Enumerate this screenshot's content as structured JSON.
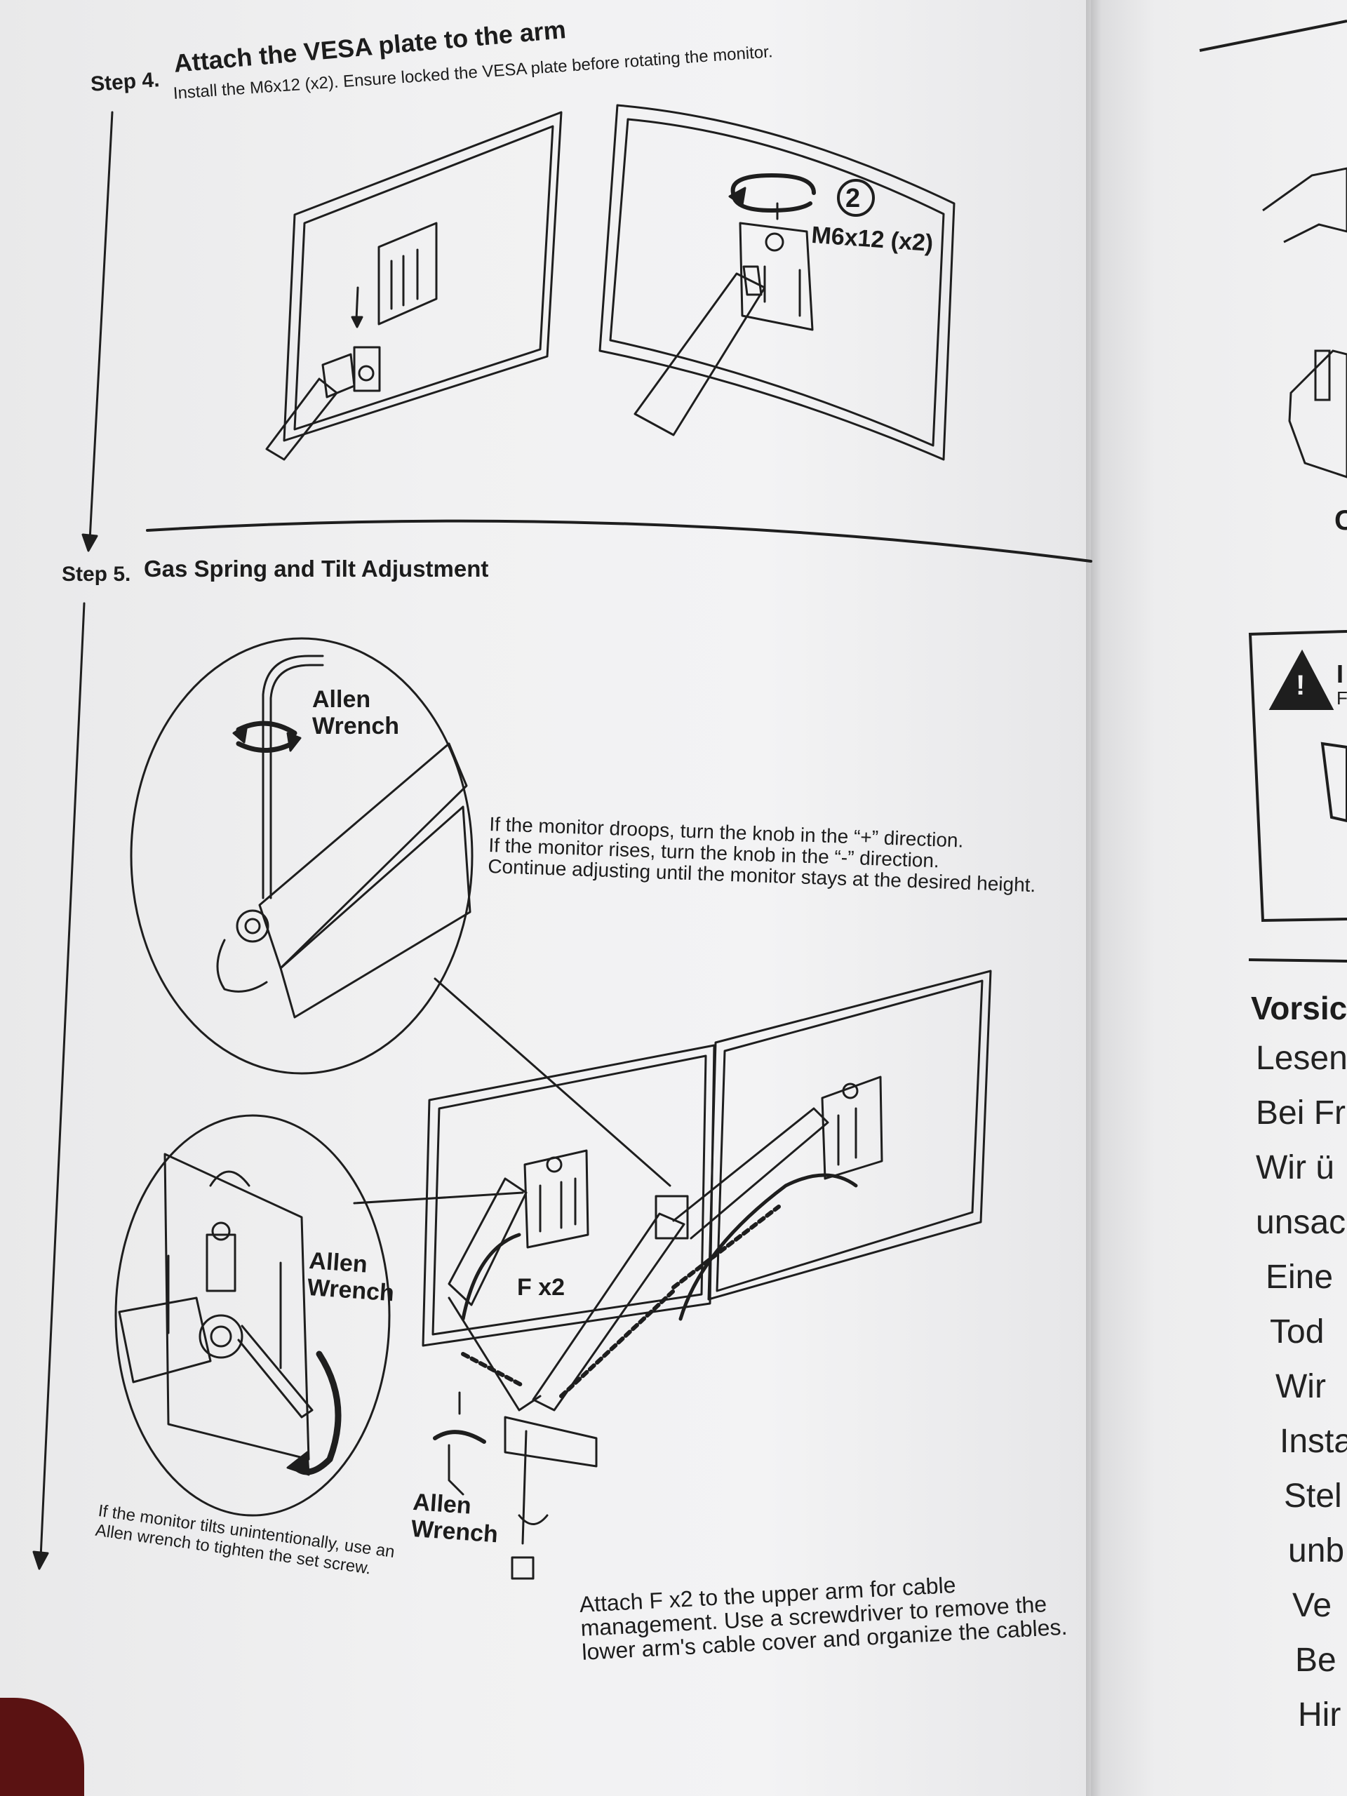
{
  "step4": {
    "label": "Step 4.",
    "title": "Attach the VESA plate to the arm",
    "subtitle": "Install the M6x12 (x2). Ensure locked the VESA plate before rotating the monitor.",
    "callout_number": "2",
    "callout_screw": "M6x12 (x2)"
  },
  "step5": {
    "label": "Step 5.",
    "title": "Gas Spring and Tilt Adjustment",
    "instructions": [
      "If the monitor droops, turn the knob in the “+” direction.",
      "If the monitor rises, turn the knob in the “-” direction.",
      "Continue adjusting until the monitor stays at the desired height."
    ],
    "allen_wrench_top": [
      "Allen",
      "Wrench"
    ],
    "allen_wrench_mid": [
      "Allen",
      "Wrench"
    ],
    "allen_wrench_bottom": [
      "Allen",
      "Wrench"
    ],
    "f_x2": "F x2",
    "tilt_note": [
      "If the monitor tilts unintentionally, use an",
      "Allen wrench to tighten the set screw."
    ],
    "cable_note": [
      "Attach F x2 to the upper arm for cable",
      "management. Use a screwdriver to remove the",
      "lower arm's cable cover and organize the cables."
    ]
  },
  "right_page": {
    "heading": "Vorsic",
    "lines": [
      "Lesen",
      "Bei Fr",
      "Wir ü",
      "unsac",
      "Eine",
      "Tod",
      "Wir",
      "Insta",
      "Stel",
      "unb",
      "Ve",
      "Be",
      "Hir"
    ],
    "warning_letter_1": "I",
    "warning_letter_2": "F",
    "stray_letter": "C"
  }
}
